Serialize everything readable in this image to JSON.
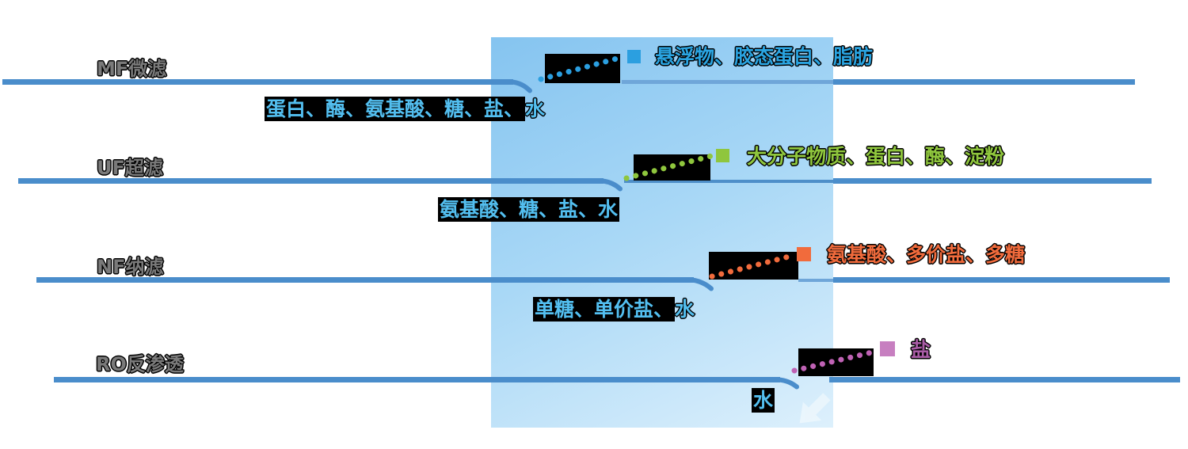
{
  "diagram": {
    "type": "membrane-filtration-spectrum",
    "rows": [
      {
        "label": "MF微滤",
        "retained": "悬浮物、胶态蛋白、脂肪",
        "permeate_highlighted": "蛋白、酶、氨基酸、糖、盐、",
        "permeate_plain": "水",
        "accent": "#2AA4E1",
        "marker": "blue-square"
      },
      {
        "label": "UF超滤",
        "retained": "大分子物质、蛋白、酶、淀粉",
        "permeate_highlighted": "氨基酸、糖、盐、水",
        "permeate_plain": "",
        "accent": "#8FC63D",
        "marker": "green-square"
      },
      {
        "label": "NF纳滤",
        "retained": "氨基酸、多价盐、多糖",
        "permeate_highlighted": "单糖、单价盐、",
        "permeate_plain": "水",
        "accent": "#F16B3C",
        "marker": "orange-square"
      },
      {
        "label": "RO反渗透",
        "retained": "盐",
        "permeate_highlighted": "水",
        "permeate_plain": "",
        "accent": "#A85CA5",
        "marker": "purple-square"
      }
    ],
    "colors": {
      "membrane_line": "#4A8DCB",
      "membrane_line_muted": "#6FA6D9",
      "band_top": "#85C4F0",
      "band_bottom": "#DDF0FC",
      "label_gray": "#7A7A7A",
      "permeate_text": "#53BFF0",
      "marker_mf": "#2B9FE0",
      "marker_uf": "#8FC63D",
      "marker_nf": "#F16B3C",
      "marker_ro": "#C77FC0",
      "highlight_box": "#000000"
    }
  }
}
